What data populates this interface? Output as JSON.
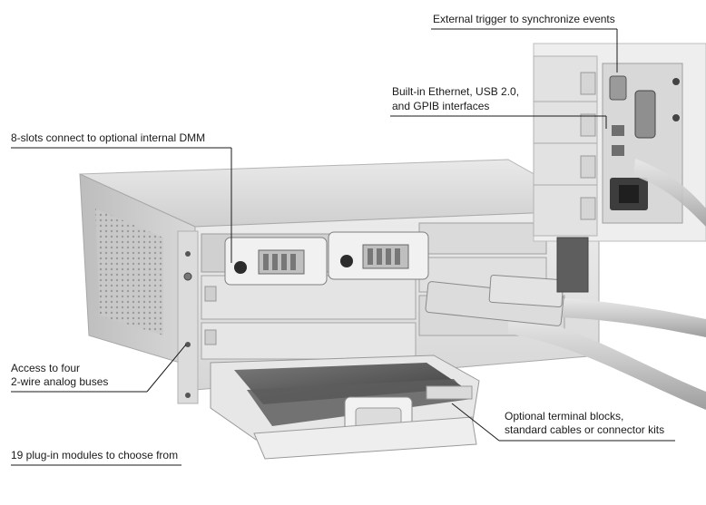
{
  "callouts": {
    "external_trigger": "External trigger to synchronize events",
    "interfaces_line1": "Built-in Ethernet, USB 2.0,",
    "interfaces_line2": "and GPIB interfaces",
    "slots_dmm": "8-slots connect to optional internal DMM",
    "analog_buses_line1": "Access to four",
    "analog_buses_line2": "2-wire analog buses",
    "terminal_blocks_line1": "Optional terminal blocks,",
    "terminal_blocks_line2": "standard cables or connector kits",
    "plugin_modules": "19 plug-in modules to choose from"
  }
}
